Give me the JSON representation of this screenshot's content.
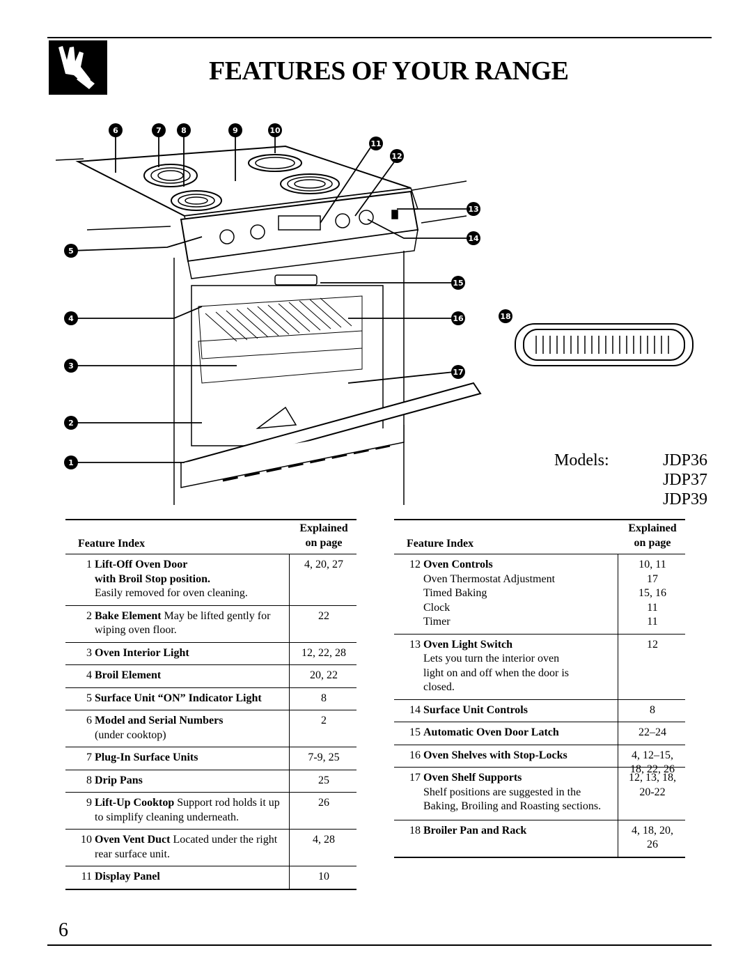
{
  "page": {
    "title": "FEATURES OF YOUR RANGE",
    "page_number": "6"
  },
  "models": {
    "label": "Models:",
    "list": [
      "JDP36",
      "JDP37",
      "JDP39"
    ]
  },
  "callouts": [
    "1",
    "2",
    "3",
    "4",
    "5",
    "6",
    "7",
    "8",
    "9",
    "10",
    "11",
    "12",
    "13",
    "14",
    "15",
    "16",
    "17",
    "18"
  ],
  "left_table": {
    "header_feature": "Feature Index",
    "header_explained": "Explained",
    "header_onpage": "on page",
    "rows": [
      {
        "num": "1",
        "bold": "Lift-Off Oven Door",
        "bold2": "with Broil Stop position.",
        "text": "Easily removed for oven cleaning.",
        "pages": "4, 20, 27"
      },
      {
        "num": "2",
        "bold": "Bake Element",
        "text": " May be lifted gently for wiping oven floor.",
        "pages": "22"
      },
      {
        "num": "3",
        "bold": "Oven Interior Light",
        "text": "",
        "pages": "12, 22, 28"
      },
      {
        "num": "4",
        "bold": "Broil Element",
        "text": "",
        "pages": "20, 22"
      },
      {
        "num": "5",
        "bold": "Surface Unit “ON” Indicator Light",
        "text": "",
        "pages": "8"
      },
      {
        "num": "6",
        "bold": "Model and Serial Numbers",
        "text": "(under cooktop)",
        "pages": "2"
      },
      {
        "num": "7",
        "bold": "Plug-In Surface Units",
        "text": "",
        "pages": "7-9, 25"
      },
      {
        "num": "8",
        "bold": "Drip Pans",
        "text": "",
        "pages": "25"
      },
      {
        "num": "9",
        "bold": "Lift-Up Cooktop",
        "text": " Support rod holds it up to simplify cleaning underneath.",
        "pages": "26"
      },
      {
        "num": "10",
        "bold": "Oven Vent Duct",
        "text": " Located under the right rear surface unit.",
        "pages": "4, 28"
      },
      {
        "num": "11",
        "bold": "Display Panel",
        "text": "",
        "pages": "10"
      }
    ]
  },
  "right_table": {
    "header_feature": "Feature Index",
    "header_explained": "Explained",
    "header_onpage": "on page",
    "rows": [
      {
        "num": "12",
        "bold": "Oven Controls",
        "sub": [
          "Oven Thermostat Adjustment",
          "Timed Baking",
          "Clock",
          "Timer"
        ],
        "pages": "10, 11",
        "subpages": [
          "17",
          "15, 16",
          "11",
          "11"
        ]
      },
      {
        "num": "13",
        "bold": "Oven Light Switch",
        "text": "Lets you turn the interior oven light on and off when the door is closed.",
        "pages": "12"
      },
      {
        "num": "14",
        "bold": "Surface Unit Controls",
        "text": "",
        "pages": "8"
      },
      {
        "num": "15",
        "bold": "Automatic Oven Door Latch",
        "text": "",
        "pages": "22–24"
      },
      {
        "num": "16",
        "bold": "Oven Shelves with Stop-Locks",
        "text": "",
        "pages": "4, 12–15, 18, 22, 26"
      },
      {
        "num": "17",
        "bold": "Oven Shelf Supports",
        "text": "Shelf positions are suggested in the Baking, Broiling and Roasting sections.",
        "pages": "12, 13, 18, 20-22"
      },
      {
        "num": "18",
        "bold": "Broiler Pan and Rack",
        "text": "",
        "pages": "4, 18, 20, 26"
      }
    ]
  }
}
